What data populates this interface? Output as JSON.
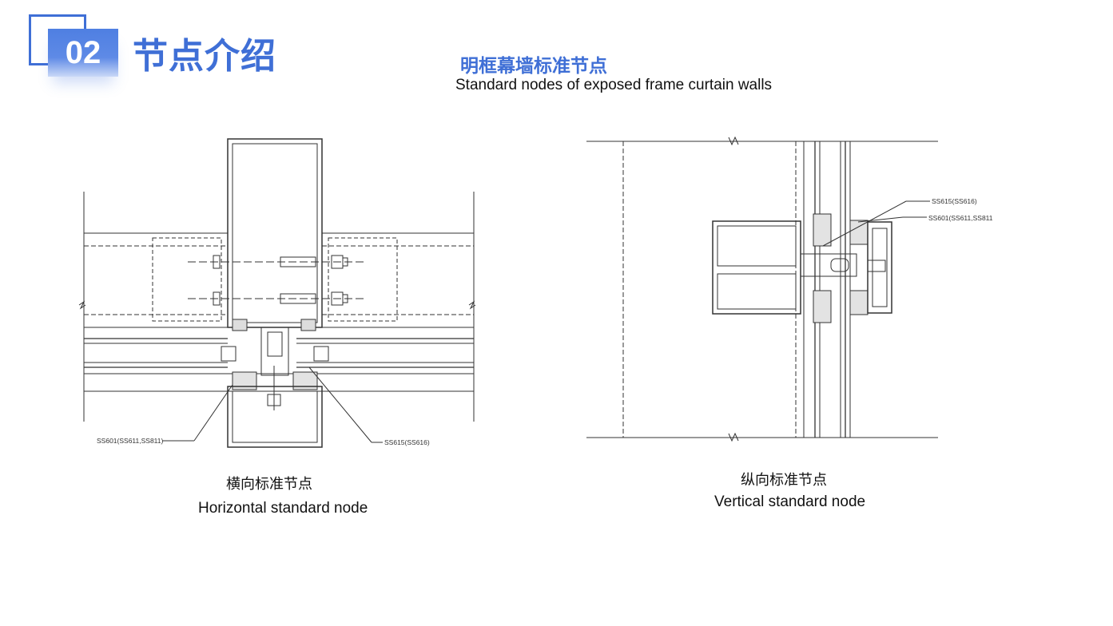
{
  "header": {
    "number": "02",
    "section_title": "节点介绍",
    "title_cn": "明框幕墙标准节点",
    "title_en": "Standard nodes of exposed frame curtain walls"
  },
  "horizontal_node": {
    "caption_cn": "横向标准节点",
    "caption_en": "Horizontal standard node",
    "label_left": "SS601(SS611,SS811)",
    "label_right": "SS615(SS616)"
  },
  "vertical_node": {
    "caption_cn": "纵向标准节点",
    "caption_en": "Vertical standard node",
    "label_top": "SS615(SS616)",
    "label_bottom": "SS601(SS611,SS811"
  },
  "colors": {
    "accent": "#3f6fd6",
    "line": "#333333"
  }
}
